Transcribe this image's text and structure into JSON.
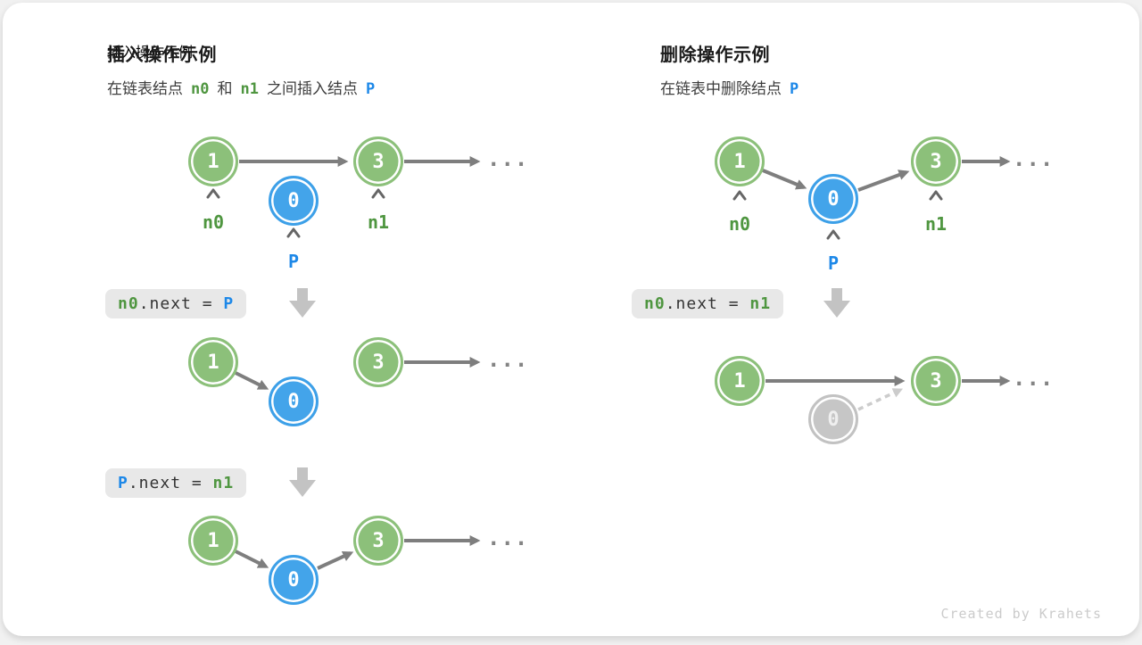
{
  "colors": {
    "node_green": "#8cc07a",
    "node_blue": "#43a4ea",
    "node_gray": "#c6c6c6",
    "token_green": "#4f9640",
    "token_blue": "#1d88e8",
    "arrow_gray": "#7e7e7e",
    "dashed_gray": "#cccccc",
    "code_box_bg": "#e8e8e8",
    "big_arrow_gray": "#c3c3c3"
  },
  "glyphs": {
    "ellipsis": "..."
  },
  "nodes": {
    "first": "1",
    "second": "3",
    "inserted": "0"
  },
  "labels": {
    "n0": "n0",
    "n1": "n1",
    "p": "P"
  },
  "left_panel": {
    "title": "插入操作示例",
    "subtitle": [
      "在链表结点",
      "n0",
      "和",
      "n1",
      "之间插入结点",
      "P"
    ],
    "code_step1": [
      "n0",
      ".next = ",
      "P"
    ],
    "code_step2": [
      "P",
      ".next = ",
      "n1"
    ]
  },
  "right_panel": {
    "title": "删除操作示例",
    "subtitle": [
      "在链表中删除结点",
      "P"
    ],
    "code_step1": [
      "n0",
      ".next = ",
      "n1"
    ]
  },
  "footer": {
    "credit": "Created by Krahets"
  }
}
